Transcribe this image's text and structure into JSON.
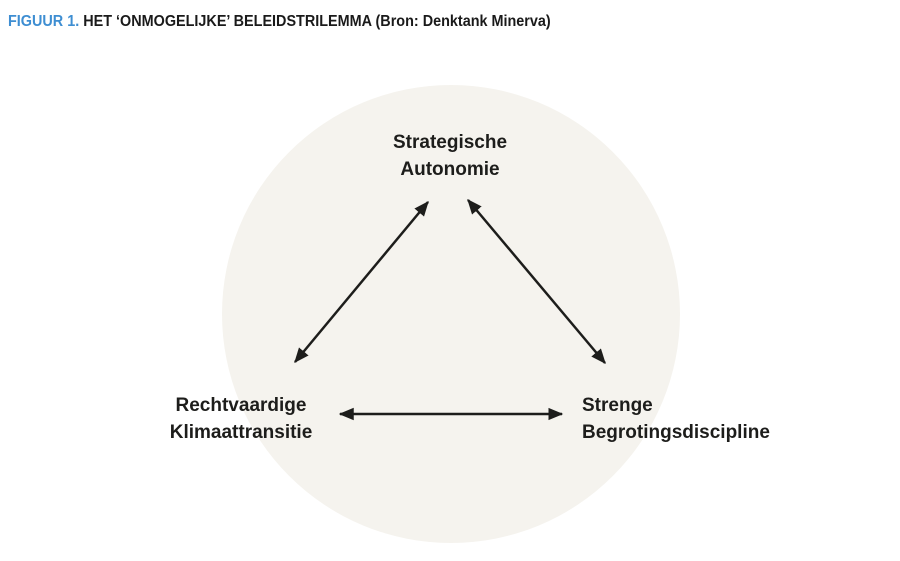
{
  "figure": {
    "label": "FIGUUR 1.",
    "title": "HET ‘ONMOGELIJKE’ BELEIDSTRILEMMA (Bron: Denktank Minerva)",
    "label_color": "#3e8ed2",
    "title_color": "#1a1a1a"
  },
  "diagram": {
    "type": "trilemma-triangle",
    "background_circle_color": "#f5f3ee",
    "arrow_color": "#1d1d1b",
    "text_color": "#1d1d1b",
    "nodes": [
      {
        "id": "top",
        "label": "Strategische\nAutonomie"
      },
      {
        "id": "bottom-left",
        "label": "Rechtvaardige\nKlimaattransitie"
      },
      {
        "id": "bottom-right",
        "label": "Strenge\nBegrotingsdiscipline"
      }
    ],
    "edges": [
      {
        "from": "Strategische Autonomie",
        "to": "Rechtvaardige Klimaattransitie",
        "bidirectional": true
      },
      {
        "from": "Strategische Autonomie",
        "to": "Strenge Begrotingsdiscipline",
        "bidirectional": true
      },
      {
        "from": "Rechtvaardige Klimaattransitie",
        "to": "Strenge Begrotingsdiscipline",
        "bidirectional": true
      }
    ]
  }
}
